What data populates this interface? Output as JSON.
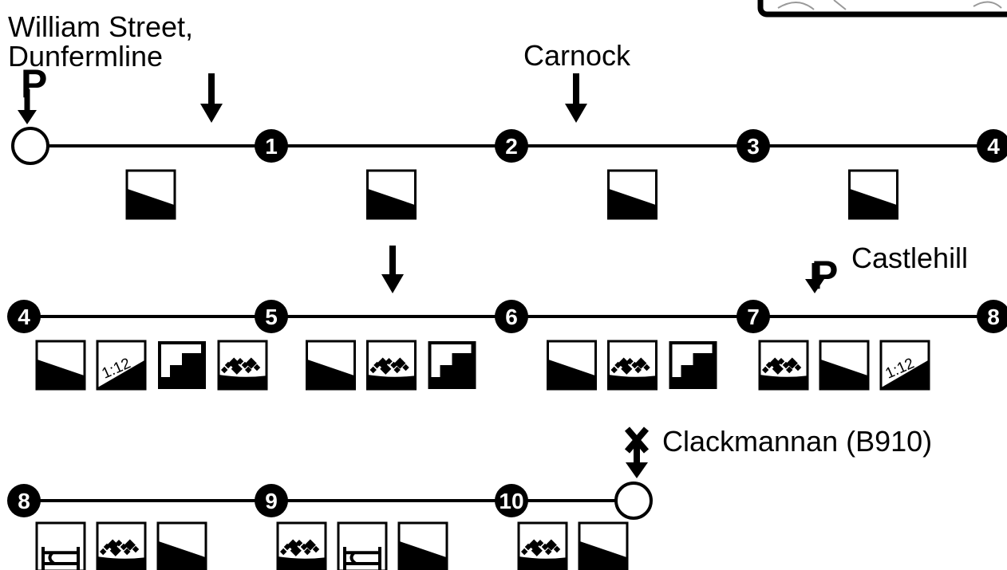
{
  "title_label": [
    "William Street,",
    "Dunfermline"
  ],
  "places": {
    "carnock": "Carnock",
    "castlehill": "Castlehill",
    "clackmannan": "Clackmannan (B910)"
  },
  "parking_symbol": "P",
  "ratio_label": "1:12",
  "rows": [
    {
      "nodes": [
        "",
        "1",
        "2",
        "3",
        "4"
      ],
      "segments": [
        [
          "descent"
        ],
        [
          "descent"
        ],
        [
          "descent"
        ],
        [
          "descent"
        ]
      ]
    },
    {
      "nodes": [
        "4",
        "5",
        "6",
        "7",
        "8"
      ],
      "segments": [
        [
          "descent",
          "gradient",
          "steps",
          "rough"
        ],
        [
          "descent",
          "rough",
          "steps"
        ],
        [
          "descent",
          "rough",
          "steps"
        ],
        [
          "rough",
          "descent",
          "gradient"
        ]
      ]
    },
    {
      "nodes": [
        "8",
        "9",
        "10",
        ""
      ],
      "segments": [
        [
          "stile",
          "rough",
          "descent"
        ],
        [
          "rough",
          "stile",
          "descent"
        ],
        [
          "rough",
          "descent"
        ]
      ]
    }
  ]
}
